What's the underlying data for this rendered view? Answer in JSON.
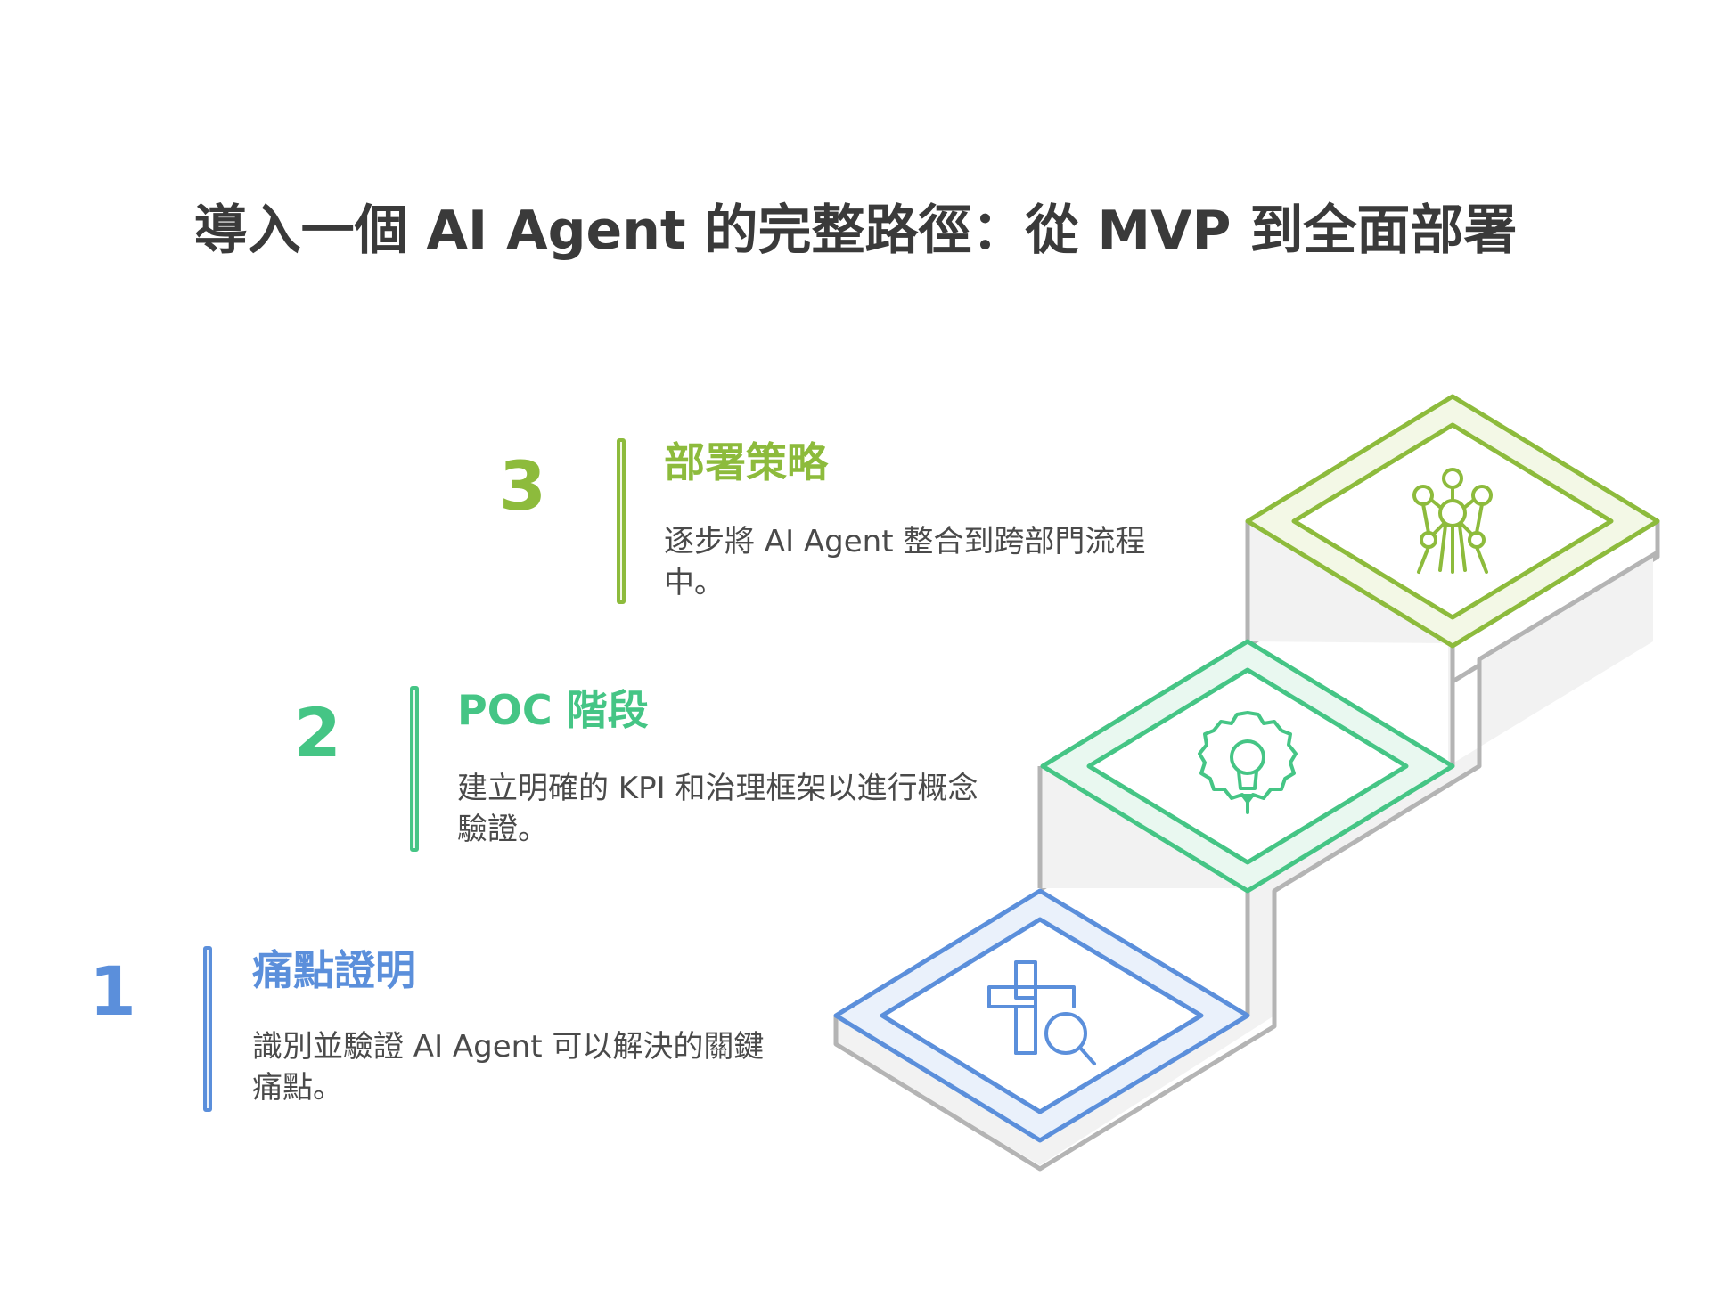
{
  "title": "導入一個 AI Agent 的完整路徑：從 MVP 到全面部署",
  "colors": {
    "step1": "#5b8fdb",
    "step2": "#45c585",
    "step3": "#8dbb3c",
    "step1_fill": "#eaf1fb",
    "step2_fill": "#e9f8f0",
    "step3_fill": "#f3f8e6",
    "riser": "#f2f2f2",
    "edge": "#b4b4b4"
  },
  "steps": [
    {
      "number": "1",
      "title": "痛點證明",
      "description": "識別並驗證 AI Agent 可以解決的關鍵痛點。",
      "icon": "search-puzzle-icon"
    },
    {
      "number": "2",
      "title": "POC 階段",
      "description": "建立明確的 KPI 和治理框架以進行概念驗證。",
      "icon": "gear-lightbulb-icon"
    },
    {
      "number": "3",
      "title": "部署策略",
      "description": "逐步將 AI Agent 整合到跨部門流程中。",
      "icon": "network-tower-icon"
    }
  ]
}
